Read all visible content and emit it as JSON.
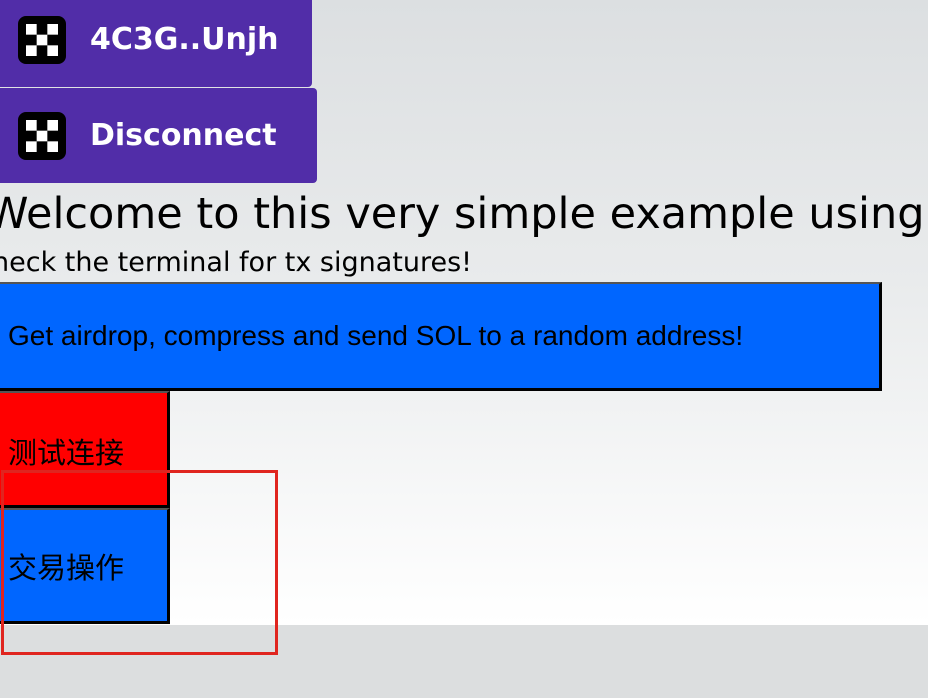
{
  "wallet": {
    "address_label": "4C3G..Unjh",
    "disconnect_label": "Disconnect",
    "icon": "okx-wallet-icon"
  },
  "main": {
    "headline": "Welcome to this very simple example using",
    "subline": "heck the terminal for tx signatures!",
    "airdrop_button_label": "Get airdrop, compress and send SOL to a random address!",
    "test_connection_label": "测试连接",
    "trade_label": "交易操作"
  },
  "colors": {
    "wallet_button": "#512da8",
    "primary_button": "#0066ff",
    "test_button": "#ff0000",
    "highlight_box": "#e0251f"
  }
}
